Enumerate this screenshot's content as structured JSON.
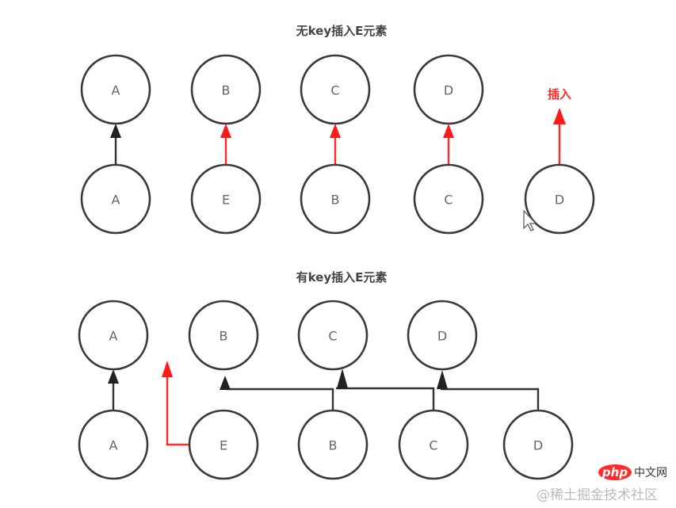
{
  "diagrams": [
    {
      "title": "无key插入E元素",
      "old_row": [
        "A",
        "B",
        "C",
        "D"
      ],
      "new_row": [
        "A",
        "E",
        "B",
        "C",
        "D"
      ],
      "insert_label": "插入"
    },
    {
      "title": "有key插入E元素",
      "old_row": [
        "A",
        "B",
        "C",
        "D"
      ],
      "new_row": [
        "A",
        "E",
        "B",
        "C",
        "D"
      ]
    }
  ],
  "watermark": {
    "text": "@稀土掘金技术社区",
    "logo_text": "php",
    "logo_suffix": "中文网"
  },
  "colors": {
    "normal_link": "#333333",
    "changed_link": "#ff2a2a",
    "node_stroke": "#3a3a3a"
  }
}
